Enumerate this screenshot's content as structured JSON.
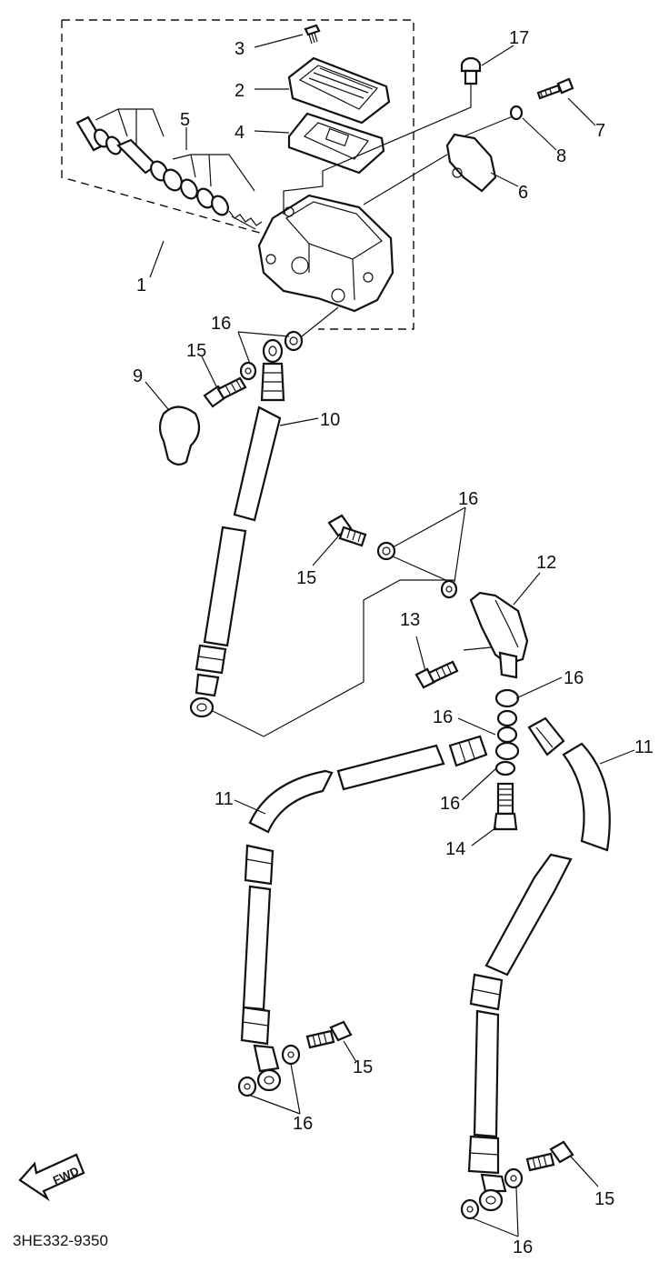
{
  "diagram_code": "3HE332-9350",
  "fwd_label": "FWD",
  "callouts": {
    "c1": "1",
    "c2": "2",
    "c3": "3",
    "c4": "4",
    "c5": "5",
    "c6": "6",
    "c7": "7",
    "c8": "8",
    "c9": "9",
    "c10": "10",
    "c11a": "11",
    "c11b": "11",
    "c12": "12",
    "c13": "13",
    "c14": "14",
    "c15a": "15",
    "c15b": "15",
    "c15c": "15",
    "c15d": "15",
    "c16a": "16",
    "c16b": "16",
    "c16c": "16",
    "c16d": "16",
    "c16e": "16",
    "c16f": "16",
    "c16g": "16",
    "c17": "17"
  }
}
